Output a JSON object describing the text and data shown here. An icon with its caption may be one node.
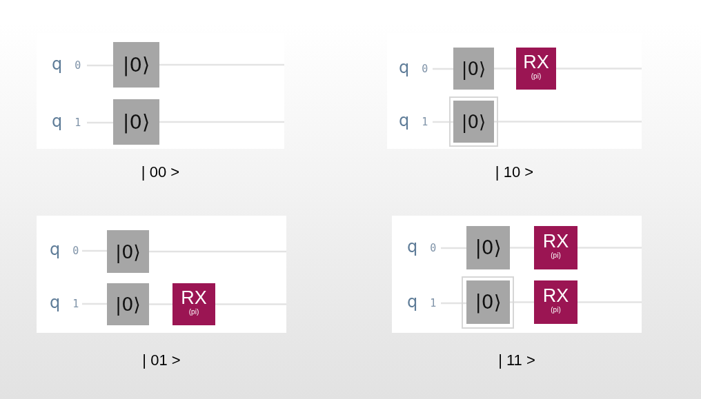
{
  "diagram": {
    "nodes": [
      {
        "text": [],
        "shape": "box",
        "beside": [
          "| 00 >"
        ]
      },
      {
        "text": [
          "q",
          "0"
        ],
        "in": 0
      },
      {
        "text": [
          "|0⟩"
        ],
        "in": 0
      },
      {
        "text": [
          "q",
          "1"
        ],
        "in": 0
      },
      {
        "text": [
          "|0⟩"
        ],
        "in": 0
      },
      {
        "text": [],
        "shape": "box",
        "beside": [
          "| 10 >"
        ]
      },
      {
        "text": [
          "q",
          "0"
        ],
        "in": 5
      },
      {
        "text": [
          "|0⟩"
        ],
        "in": 5
      },
      {
        "text": [
          "RX",
          "(pi)"
        ],
        "in": 5
      },
      {
        "text": [
          "q",
          "1"
        ],
        "in": 5
      },
      {
        "text": [
          "|0⟩"
        ],
        "in": 5
      },
      {
        "text": [],
        "shape": "box",
        "beside": [
          "| 01 >"
        ]
      },
      {
        "text": [
          "q",
          "0"
        ],
        "in": 11
      },
      {
        "text": [
          "|0⟩"
        ],
        "in": 11
      },
      {
        "text": [
          "q",
          "1"
        ],
        "in": 11
      },
      {
        "text": [
          "|0⟩"
        ],
        "in": 11
      },
      {
        "text": [
          "RX",
          "(pi)"
        ],
        "in": 11
      },
      {
        "text": [],
        "shape": "box",
        "beside": [
          "| 11 >"
        ]
      },
      {
        "text": [
          "q",
          "0"
        ],
        "in": 17
      },
      {
        "text": [
          "|0⟩"
        ],
        "in": 17
      },
      {
        "text": [
          "RX",
          "(pi)"
        ],
        "in": 17
      },
      {
        "text": [
          "q",
          "1"
        ],
        "in": 17
      },
      {
        "text": [
          "|0⟩"
        ],
        "in": 17
      },
      {
        "text": [
          "RX",
          "(pi)"
        ],
        "in": 17
      }
    ],
    "edges": [
      {
        "from": 1,
        "to": 2,
        "arrow": "none"
      },
      {
        "from": 2,
        "to": null,
        "arrow": "none"
      },
      {
        "from": 3,
        "to": 4,
        "arrow": "none"
      },
      {
        "from": 4,
        "to": null,
        "arrow": "none"
      },
      {
        "from": 6,
        "to": 7,
        "arrow": "none"
      },
      {
        "from": 7,
        "to": 8,
        "arrow": "none"
      },
      {
        "from": 8,
        "to": null,
        "arrow": "none"
      },
      {
        "from": 9,
        "to": 10,
        "arrow": "none"
      },
      {
        "from": 10,
        "to": null,
        "arrow": "none"
      },
      {
        "from": 12,
        "to": 13,
        "arrow": "none"
      },
      {
        "from": 13,
        "to": null,
        "arrow": "none"
      },
      {
        "from": 14,
        "to": 15,
        "arrow": "none"
      },
      {
        "from": 15,
        "to": 16,
        "arrow": "none"
      },
      {
        "from": 16,
        "to": null,
        "arrow": "none"
      },
      {
        "from": 18,
        "to": 19,
        "arrow": "none"
      },
      {
        "from": 19,
        "to": 20,
        "arrow": "none"
      },
      {
        "from": 20,
        "to": null,
        "arrow": "none"
      },
      {
        "from": 21,
        "to": 22,
        "arrow": "none"
      },
      {
        "from": 22,
        "to": 23,
        "arrow": "none"
      },
      {
        "from": 23,
        "to": null,
        "arrow": "none"
      }
    ]
  }
}
